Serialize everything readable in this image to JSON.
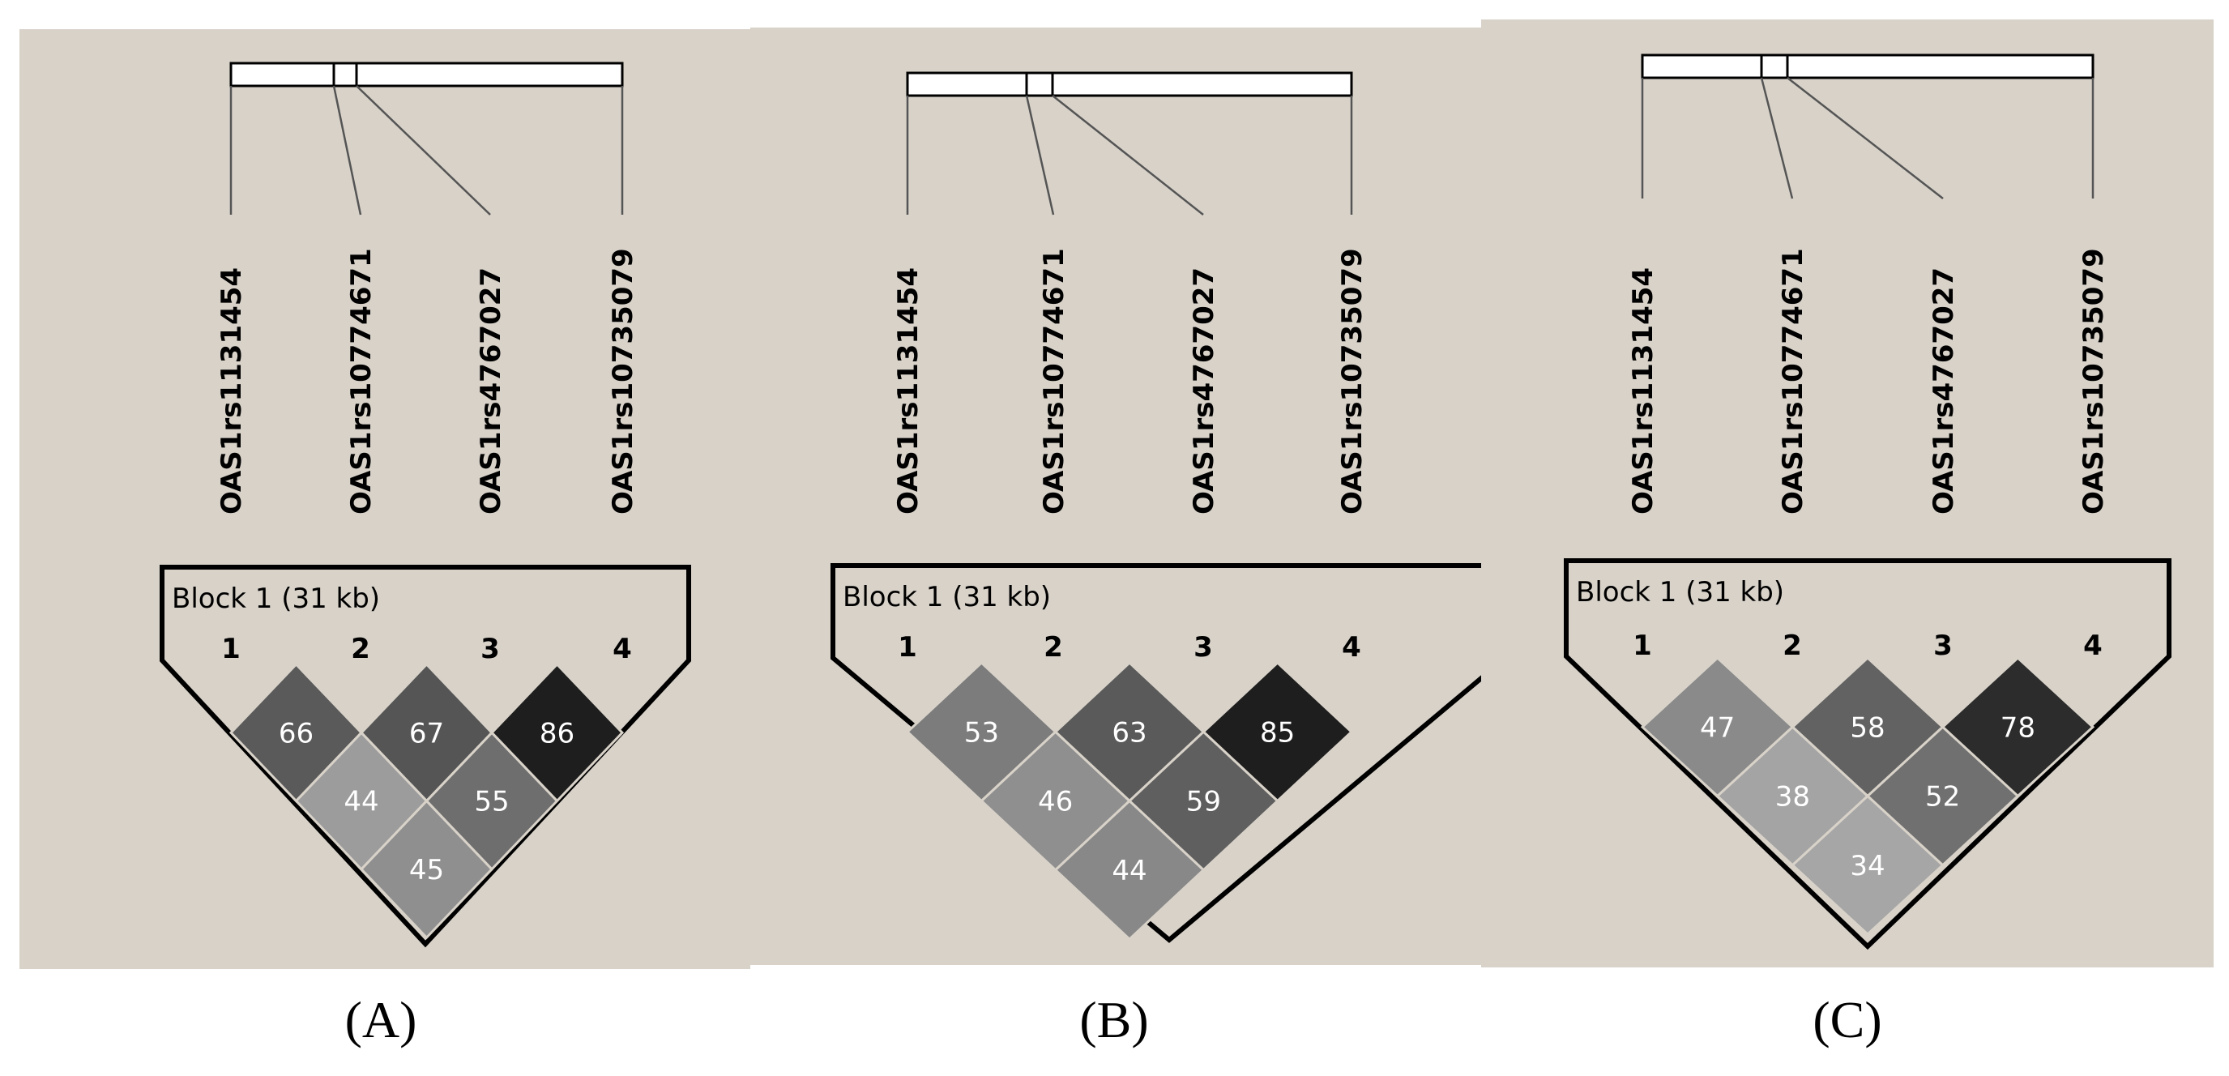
{
  "colors": {
    "panel_bg": "#d8d2c9",
    "marker_line": "#555555",
    "cell_text": "#ffffff"
  },
  "panels": [
    {
      "label": "(A)",
      "block_title": "Block 1 (31 kb)",
      "markers": [
        "OAS1rs1131454",
        "OAS1rs10774671",
        "OAS1rs4767027",
        "OAS1rs10735079"
      ],
      "marker_indices": [
        "1",
        "2",
        "3",
        "4"
      ],
      "ld": [
        {
          "pair": "1-2",
          "value": "66",
          "shade": "#5a5a5a"
        },
        {
          "pair": "2-3",
          "value": "67",
          "shade": "#555555"
        },
        {
          "pair": "3-4",
          "value": "86",
          "shade": "#1e1e1e"
        },
        {
          "pair": "1-3",
          "value": "44",
          "shade": "#9c9c9c"
        },
        {
          "pair": "2-4",
          "value": "55",
          "shade": "#6e6e6e"
        },
        {
          "pair": "1-4",
          "value": "45",
          "shade": "#8f8f8f"
        }
      ]
    },
    {
      "label": "(B)",
      "block_title": "Block 1 (31 kb)",
      "markers": [
        "OAS1rs1131454",
        "OAS1rs10774671",
        "OAS1rs4767027",
        "OAS1rs10735079"
      ],
      "marker_indices": [
        "1",
        "2",
        "3",
        "4"
      ],
      "ld": [
        {
          "pair": "1-2",
          "value": "53",
          "shade": "#7c7c7c"
        },
        {
          "pair": "2-3",
          "value": "63",
          "shade": "#5a5a5a"
        },
        {
          "pair": "3-4",
          "value": "85",
          "shade": "#1e1e1e"
        },
        {
          "pair": "1-3",
          "value": "46",
          "shade": "#8f8f8f"
        },
        {
          "pair": "2-4",
          "value": "59",
          "shade": "#5f5f5f"
        },
        {
          "pair": "1-4",
          "value": "44",
          "shade": "#888888"
        }
      ]
    },
    {
      "label": "(C)",
      "block_title": "Block 1 (31 kb)",
      "markers": [
        "OAS1rs1131454",
        "OAS1rs10774671",
        "OAS1rs4767027",
        "OAS1rs10735079"
      ],
      "marker_indices": [
        "1",
        "2",
        "3",
        "4"
      ],
      "ld": [
        {
          "pair": "1-2",
          "value": "47",
          "shade": "#8a8a8a"
        },
        {
          "pair": "2-3",
          "value": "58",
          "shade": "#626262"
        },
        {
          "pair": "3-4",
          "value": "78",
          "shade": "#2c2c2c"
        },
        {
          "pair": "1-3",
          "value": "38",
          "shade": "#a4a4a4"
        },
        {
          "pair": "2-4",
          "value": "52",
          "shade": "#707070"
        },
        {
          "pair": "1-4",
          "value": "34",
          "shade": "#a6a6a6"
        }
      ]
    }
  ]
}
